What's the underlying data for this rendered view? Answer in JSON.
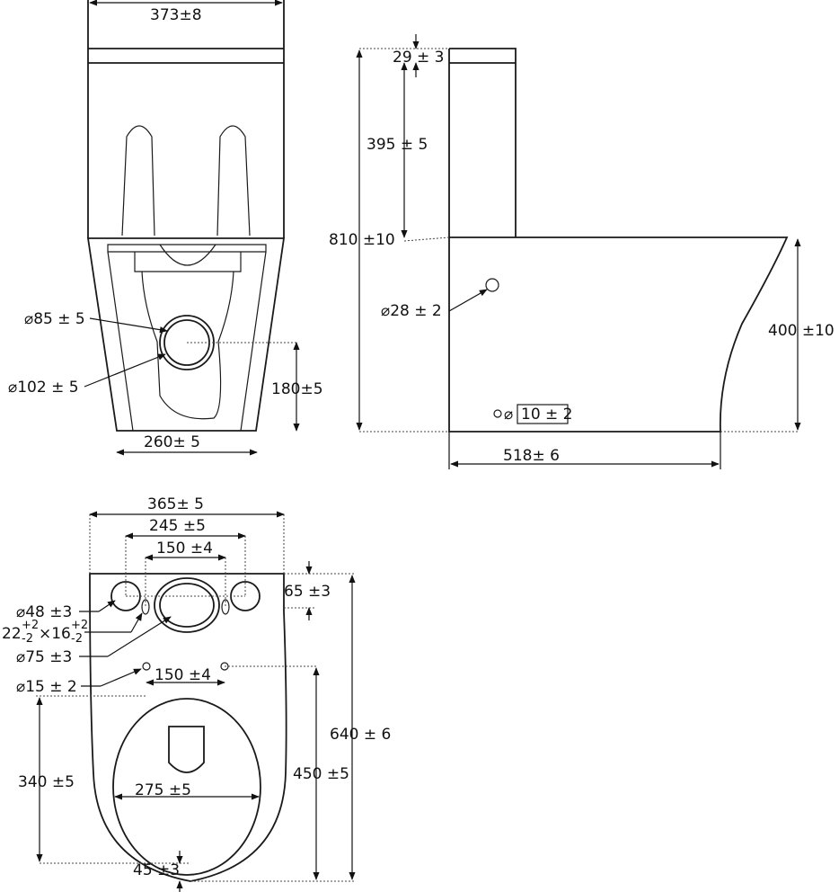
{
  "colors": {
    "line": "#1a1a1a",
    "background": "#ffffff"
  },
  "front_view": {
    "width_top": "373±8",
    "outlet_inner_dia": "⌀85 ± 5",
    "outlet_outer_dia": "⌀102 ± 5",
    "outlet_height": "180±5",
    "base_width": "260± 5"
  },
  "side_view": {
    "lid_thickness": "29 ± 3",
    "tank_height": "395 ± 5",
    "total_height": "810 ±10",
    "inlet_dia": "⌀28 ± 2",
    "seat_height": "400 ±10",
    "fix_hole": "⌀",
    "fix_hole_box": "10 ± 2",
    "depth": "518±  6"
  },
  "top_view": {
    "tank_width": "365± 5",
    "button_spacing": "245 ±5",
    "bolt_spacing_top": "150 ±4",
    "tank_edge": "65 ±3",
    "button_dia": "⌀48 ±3",
    "slot_main": "22",
    "slot_sup": "+2",
    "slot_sub": "-2",
    "slot_x": "×16",
    "slot_sup2": "+2",
    "slot_sub2": "-2",
    "flush_dia": "⌀75 ±3",
    "bolt_dia": "⌀15 ± 2",
    "bolt_spacing_bottom": "150 ±4",
    "bowl_to_wall": "340 ±5",
    "hole_to_front": "450 ±5",
    "total_depth": "640 ± 6",
    "bowl_width": "275 ±5",
    "rim_offset": "45 ±3"
  }
}
